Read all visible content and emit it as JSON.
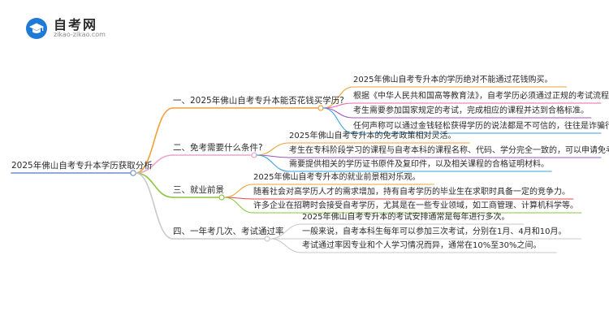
{
  "header": {
    "site_name": "自考网",
    "site_url": "zikao-zikao.com",
    "logo_icon": "graduation-cap-icon"
  },
  "mindmap": {
    "root": "2025年佛山自考专升本学历获取分析",
    "branches": [
      {
        "label": "一、2025年佛山自考专升本能否花钱买学历?",
        "color": "#f0a236",
        "leaves": [
          {
            "text": "2025年佛山自考专升本的学历绝对不能通过花钱购买。",
            "color": "#f0a236"
          },
          {
            "text": "根据《中华人民共和国高等教育法》，自考学历必须通过正规的考试流程获得。",
            "color": "#e86aa8"
          },
          {
            "text": "考生需要参加国家规定的考试，完成相应的课程并达到合格标准。",
            "color": "#9b59b6"
          },
          {
            "text": "任何声称可以通过金钱轻松获得学历的说法都是不可信的，往往是诈骗行为。",
            "color": "#3aa1e0"
          }
        ]
      },
      {
        "label": "二、免考需要什么条件?",
        "color": "#e8a7c8",
        "leaves": [
          {
            "text": "2025年佛山自考专升本的免考政策相对灵活。",
            "color": "#f0a236"
          },
          {
            "text": "考生在专科阶段学习的课程与自考本科的课程名称、代码、学分完全一致的，可以申请免考。",
            "color": "#9b59b6"
          },
          {
            "text": "需要提供相关的学历证书原件及复印件，以及相关课程的合格证明材料。",
            "color": "#3aa1e0"
          }
        ]
      },
      {
        "label": "三、就业前景",
        "color": "#8dc63f",
        "leaves": [
          {
            "text": "2025年佛山自考专升本的就业前景相对乐观。",
            "color": "#f0a236"
          },
          {
            "text": "随着社会对高学历人才的需求增加，持有自考学历的毕业生在求职时具备一定的竞争力。",
            "color": "#e04848"
          },
          {
            "text": "许多企业在招聘时会接受自考学历，尤其是在一些专业领域，如工商管理、计算机科学等。",
            "color": "#8dc63f"
          }
        ]
      },
      {
        "label": "四、一年考几次、考试通过率",
        "color": "#c9c9c9",
        "leaves": [
          {
            "text": "2025年佛山自考专升本的考试安排通常是每年进行多次。",
            "color": "#c9c9c9"
          },
          {
            "text": "一般来说，自考本科生每年可以参加三次考试，分别在1月、4月和10月。",
            "color": "#c9c9c9"
          },
          {
            "text": "考试通过率因专业和个人学习情况而异，通常在10%至30%之间。",
            "color": "#c9c9c9"
          }
        ]
      }
    ]
  }
}
